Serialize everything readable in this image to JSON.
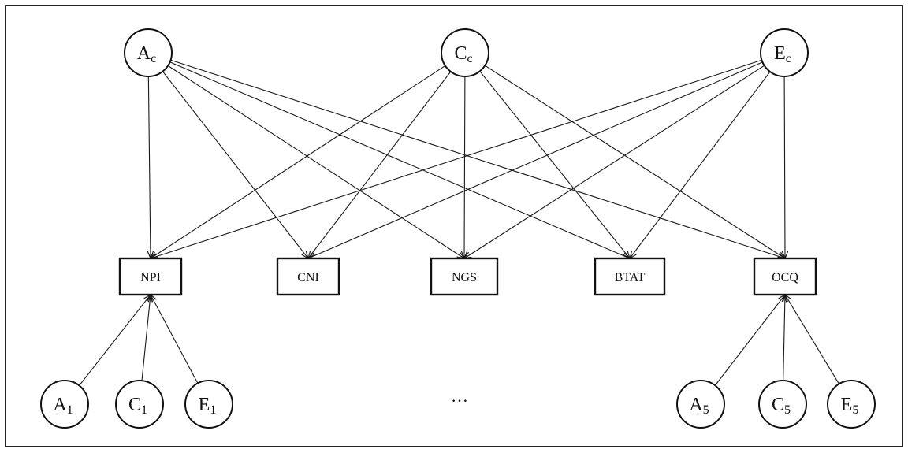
{
  "common_factors": [
    {
      "id": "Ac",
      "letter": "A",
      "sub": "c"
    },
    {
      "id": "Cc",
      "letter": "C",
      "sub": "c"
    },
    {
      "id": "Ec",
      "letter": "E",
      "sub": "c"
    }
  ],
  "measures": [
    {
      "id": "NPI",
      "label": "NPI"
    },
    {
      "id": "CNI",
      "label": "CNI"
    },
    {
      "id": "NGS",
      "label": "NGS"
    },
    {
      "id": "BTAT",
      "label": "BTAT"
    },
    {
      "id": "OCQ",
      "label": "OCQ"
    }
  ],
  "specific_factors": [
    {
      "id": "A1",
      "letter": "A",
      "sub": "1",
      "target": "NPI"
    },
    {
      "id": "C1",
      "letter": "C",
      "sub": "1",
      "target": "NPI"
    },
    {
      "id": "E1",
      "letter": "E",
      "sub": "1",
      "target": "NPI"
    },
    {
      "id": "A5",
      "letter": "A",
      "sub": "5",
      "target": "OCQ"
    },
    {
      "id": "C5",
      "letter": "C",
      "sub": "5",
      "target": "OCQ"
    },
    {
      "id": "E5",
      "letter": "E",
      "sub": "5",
      "target": "OCQ"
    }
  ],
  "ellipsis": "…"
}
